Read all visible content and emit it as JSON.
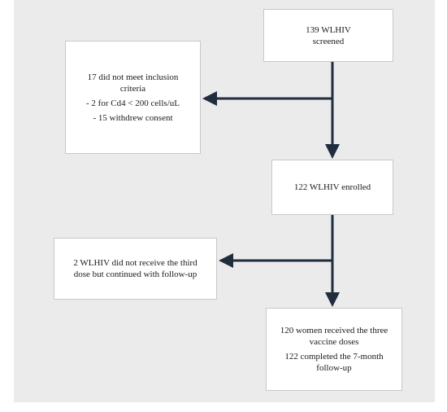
{
  "boxes": {
    "screened": {
      "lines": [
        "139 WLHIV",
        "screened"
      ]
    },
    "excluded": {
      "lines": [
        "17 did not meet inclusion",
        "criteria",
        "- 2 for Cd4 < 200 cells/uL",
        "- 15 withdrew consent"
      ]
    },
    "enrolled": {
      "lines": [
        "122 WLHIV enrolled"
      ]
    },
    "no_third_dose": {
      "lines": [
        "2 WLHIV did not receive the third",
        "dose but continued with follow-up"
      ]
    },
    "final": {
      "lines": [
        "120 women received the three",
        "vaccine doses",
        "122 completed the 7-month",
        "follow-up"
      ]
    }
  },
  "colors": {
    "panel_background": "#ebebeb",
    "box_background": "#ffffff",
    "connector": "#1f2d3d"
  }
}
